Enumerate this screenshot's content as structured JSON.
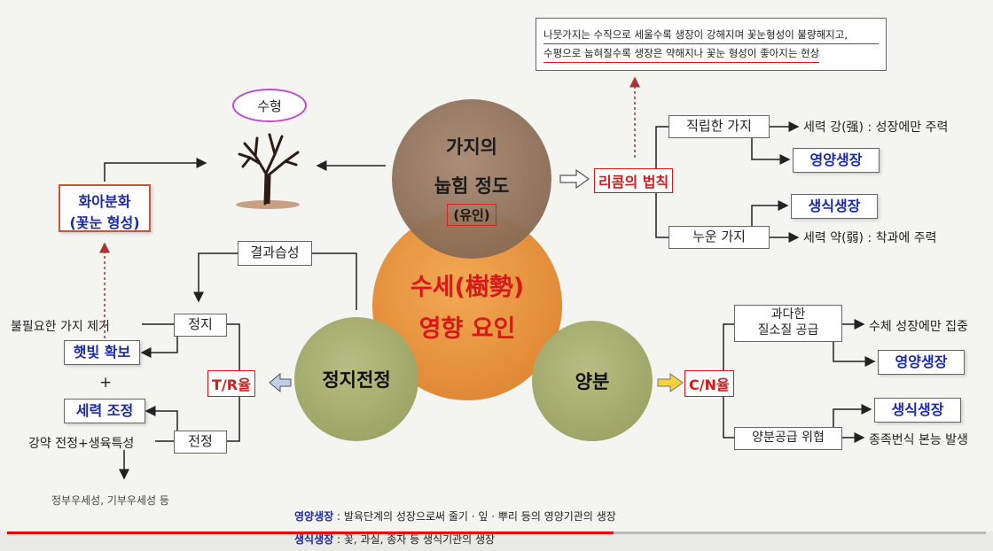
{
  "center": {
    "line1": "수세(樹勢)",
    "line2": "영향 요인"
  },
  "top_circle": {
    "line1": "가지의",
    "line2": "눕힘 정도",
    "tag": "(유인)"
  },
  "left_circle": {
    "label": "정지전정"
  },
  "right_circle": {
    "label": "양분"
  },
  "tree": {
    "label": "수형"
  },
  "flower": {
    "line1": "화아분화",
    "line2": "(꽃눈 형성)"
  },
  "habit": {
    "label": "결과습성"
  },
  "note": {
    "line1": "나뭇가지는 수직으로 세울수록 생장이 강해지며 꽃눈형성이 불량해지고,",
    "line2": "수평으로 눕혀질수록 생장은 약해지나 꽃눈 형성이 좋아지는 현상"
  },
  "law": {
    "label": "리콤의 법칙"
  },
  "upright": {
    "label": "직립한 가지",
    "effect": "세력 강(强) : 성장에만 주력"
  },
  "lying": {
    "label": "누운 가지",
    "effect": "세력 약(弱) : 착과에 주력"
  },
  "veg1": {
    "label": "영양생장"
  },
  "rep1": {
    "label": "생식생장"
  },
  "pruning": {
    "jeongji": "정지",
    "jeonjeong": "전정",
    "remove": "불필요한 가지 제거",
    "sunlight": "햇빛 확보",
    "plus": "+",
    "vigor": "세력 조정",
    "strength": "강약 전정+생육특성",
    "parth": "정부우세성, 기부우세성 등",
    "ratio": "T/R율"
  },
  "nutrient": {
    "excess_line1": "과다한",
    "excess_line2": "질소질 공급",
    "excess_effect": "수체 성장에만 집중",
    "veg": "영양생장",
    "rep": "생식생장",
    "threat": "양분공급 위협",
    "threat_effect": "종족번식 본능 발생",
    "ratio": "C/N율"
  },
  "definitions": {
    "veg_term": "영양생장",
    "veg_def": ": 발육단계의 성장으로써 줄기 · 잎 · 뿌리 등의 영양기관의 생장",
    "rep_term": "생식생장",
    "rep_def": ": 꽃, 과실, 종자 등 생식기관의 생장"
  },
  "colors": {
    "red": "#d51a1a",
    "blue": "#1b2aa8",
    "brown_circle": "#8a6a52",
    "center_circle": "#e2913b",
    "green_circle": "#a5ac6f"
  }
}
